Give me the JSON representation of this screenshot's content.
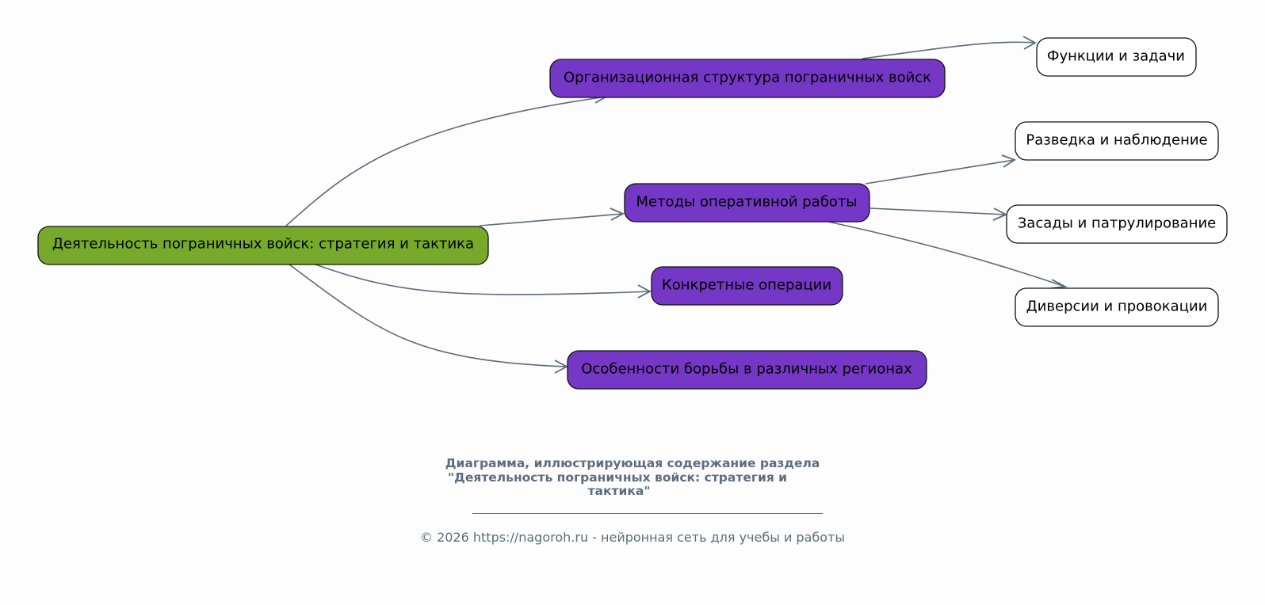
{
  "colors": {
    "root_fill": "#77aa2b",
    "branch_fill": "#7537c6",
    "leaf_fill": "#ffffff",
    "node_stroke": "#111111",
    "edge": "#5b6b7a",
    "caption_text": "#5d6d7e",
    "background": "#fdfdfd"
  },
  "nodes": [
    {
      "id": "root",
      "label": "Деятельность пограничных войск: стратегия и тактика",
      "level": "root"
    },
    {
      "id": "org",
      "label": "Организационная структура пограничных войск",
      "level": "branch"
    },
    {
      "id": "methods",
      "label": "Методы оперативной работы",
      "level": "branch"
    },
    {
      "id": "ops",
      "label": "Конкретные операции",
      "level": "branch"
    },
    {
      "id": "regions",
      "label": "Особенности борьбы в различных регионах",
      "level": "branch"
    },
    {
      "id": "func",
      "label": "Функции и задачи",
      "level": "leaf"
    },
    {
      "id": "recon",
      "label": "Разведка и наблюдение",
      "level": "leaf"
    },
    {
      "id": "ambush",
      "label": "Засады и патрулирование",
      "level": "leaf"
    },
    {
      "id": "sabotage",
      "label": "Диверсии и провокации",
      "level": "leaf"
    }
  ],
  "edges": [
    {
      "from": "root",
      "to": "org"
    },
    {
      "from": "root",
      "to": "methods"
    },
    {
      "from": "root",
      "to": "ops"
    },
    {
      "from": "root",
      "to": "regions"
    },
    {
      "from": "org",
      "to": "func"
    },
    {
      "from": "methods",
      "to": "recon"
    },
    {
      "from": "methods",
      "to": "ambush"
    },
    {
      "from": "methods",
      "to": "sabotage"
    }
  ],
  "caption": {
    "title_lines": [
      "Диаграмма, иллюстрирующая содержание раздела",
      "\"Деятельность пограничных войск: стратегия и",
      "тактика\""
    ],
    "copyright": "© 2026 https://nagoroh.ru - нейронная сеть для учебы и работы"
  }
}
